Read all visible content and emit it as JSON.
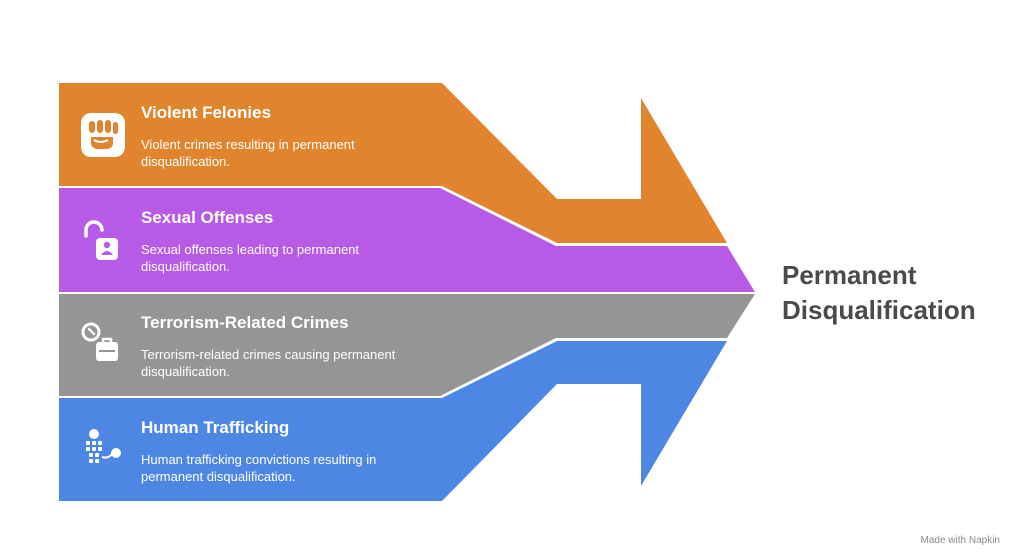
{
  "bands": [
    {
      "title": "Violent Felonies",
      "description": "Violent crimes resulting in permanent disqualification.",
      "icon": "fist-icon",
      "color": "#e0852e"
    },
    {
      "title": "Sexual Offenses",
      "description": "Sexual offenses leading to permanent disqualification.",
      "icon": "unlocked-padlock-person-icon",
      "color": "#b75be6"
    },
    {
      "title": "Terrorism-Related Crimes",
      "description": "Terrorism-related crimes causing permanent disqualification.",
      "icon": "bomb-briefcase-icon",
      "color": "#959595"
    },
    {
      "title": "Human Trafficking",
      "description": "Human trafficking convictions resulting in permanent disqualification.",
      "icon": "person-chained-icon",
      "color": "#4e86e4"
    }
  ],
  "target": {
    "line1": "Permanent",
    "line2": "Disqualification"
  },
  "credit": "Made with  Napkin"
}
